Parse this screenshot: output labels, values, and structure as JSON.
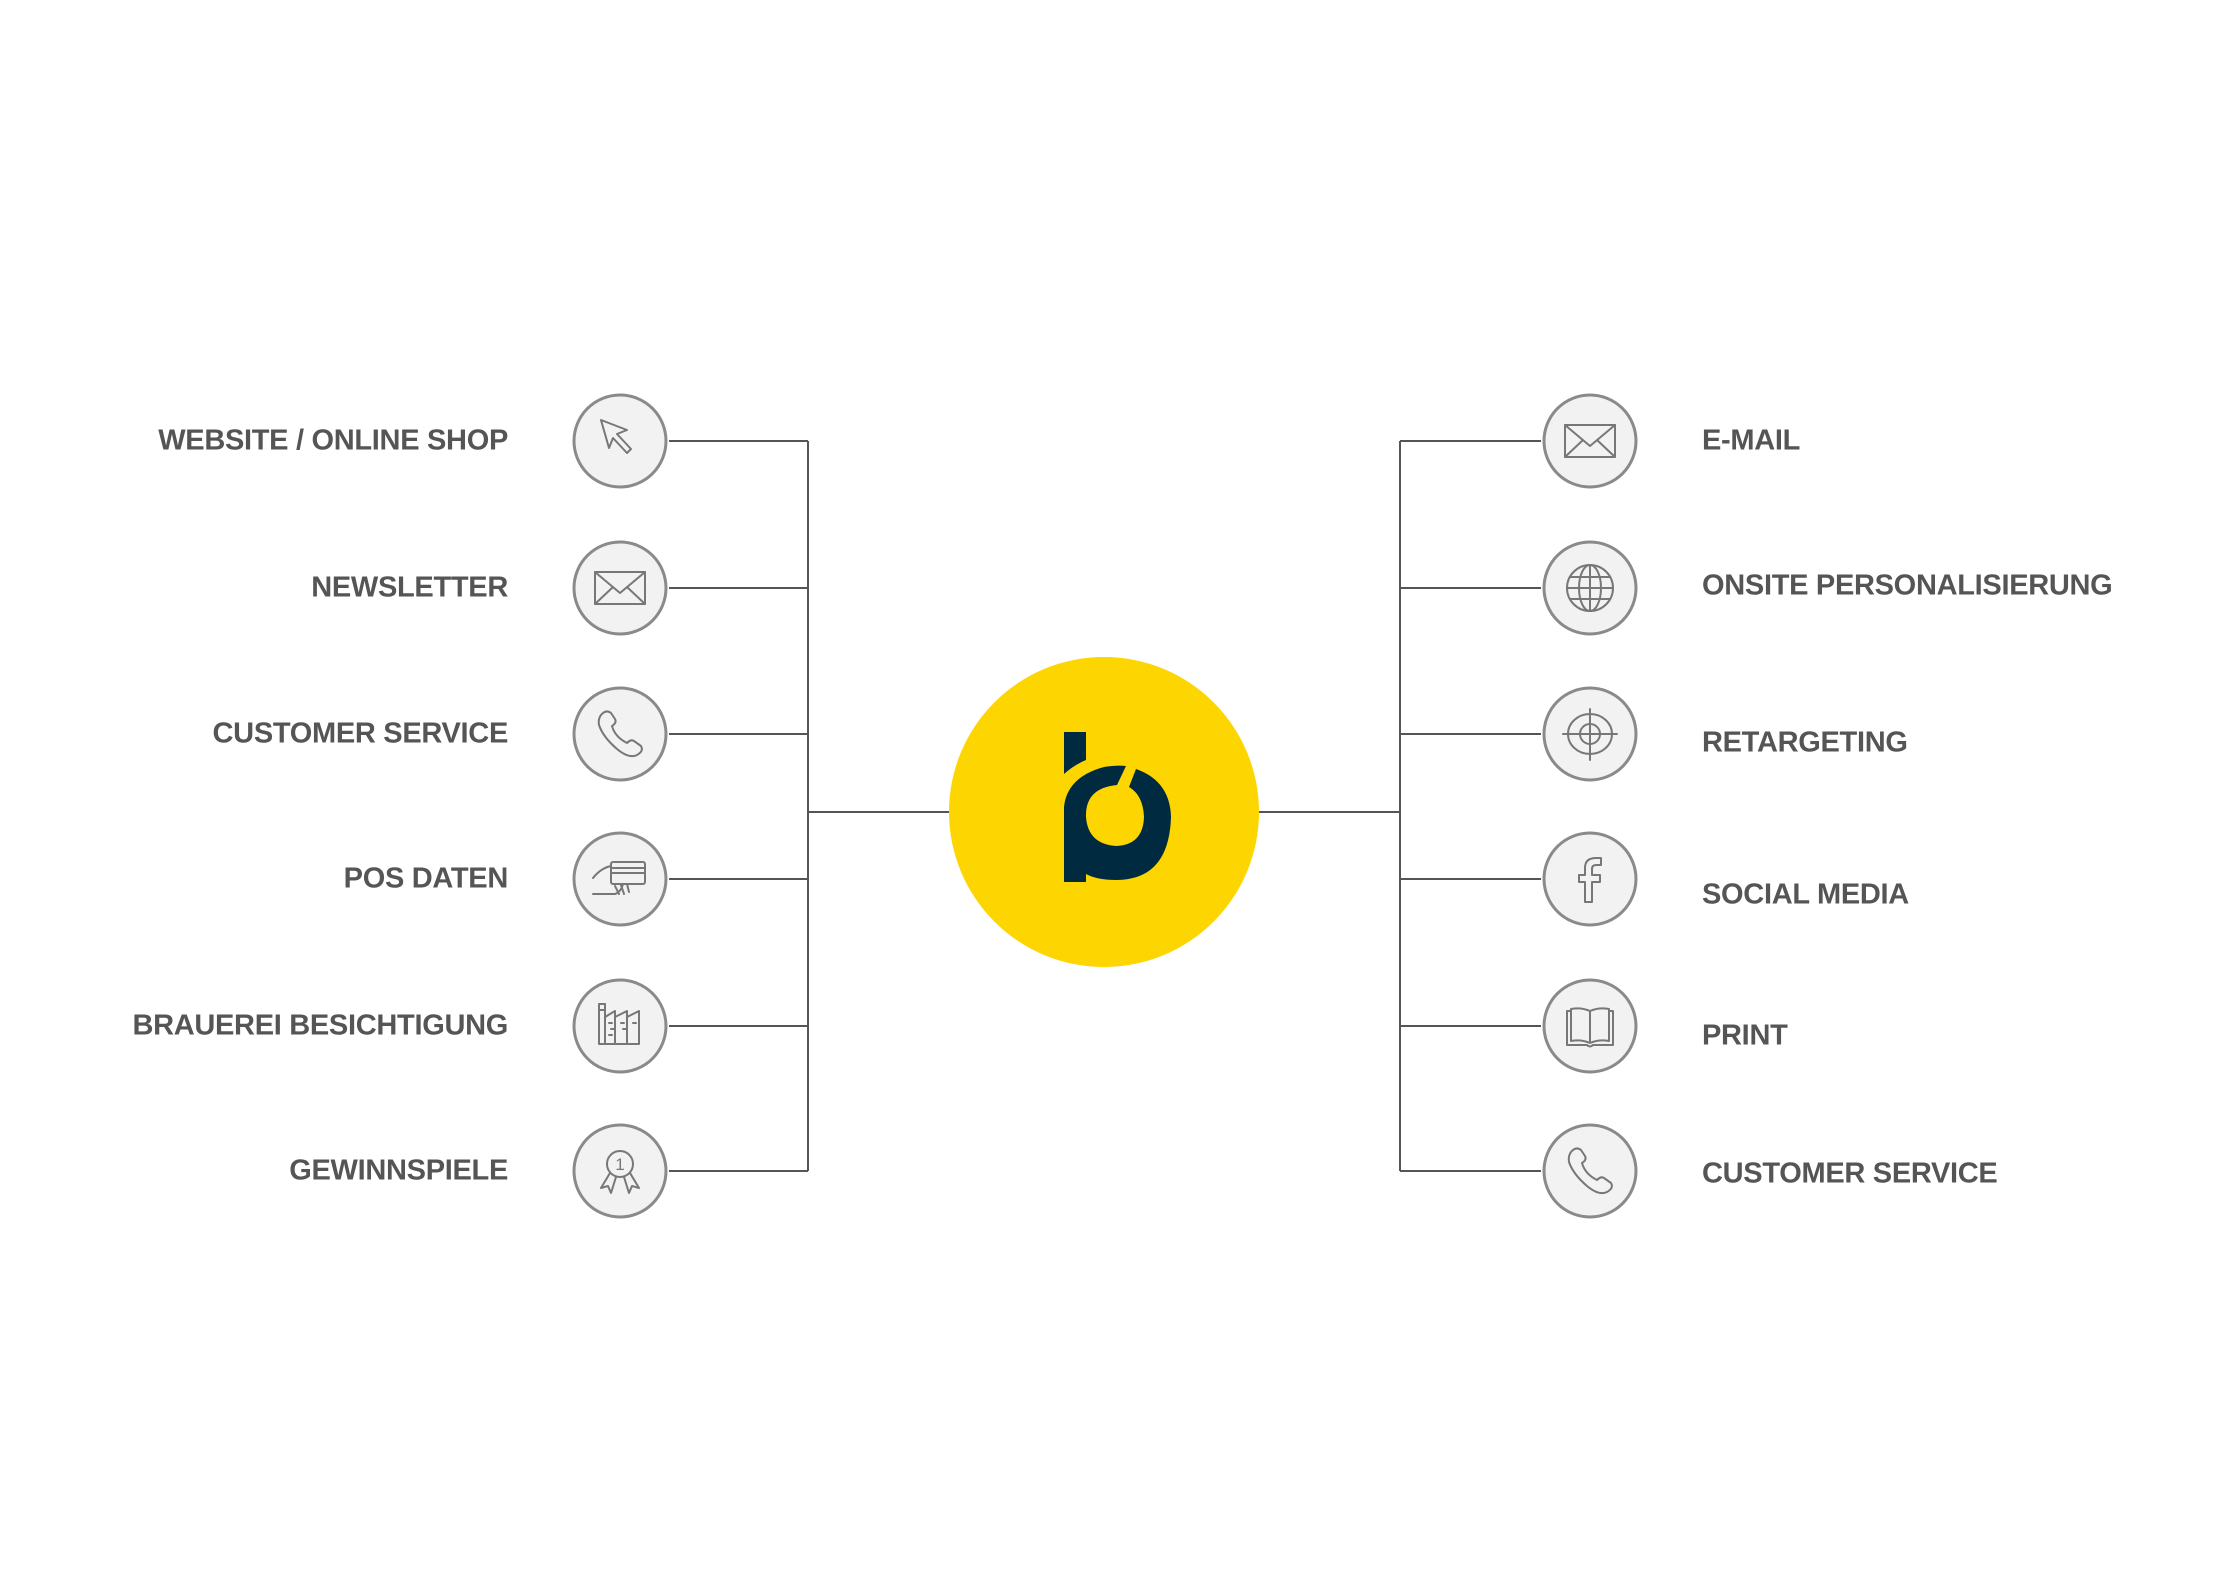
{
  "left_items": [
    {
      "label": "WEBSITE / ONLINE SHOP",
      "icon": "cursor-icon"
    },
    {
      "label": "NEWSLETTER",
      "icon": "envelope-icon"
    },
    {
      "label": "CUSTOMER SERVICE",
      "icon": "phone-icon"
    },
    {
      "label": "POS DATEN",
      "icon": "card-payment-icon"
    },
    {
      "label": "BRAUEREI BESICHTIGUNG",
      "icon": "factory-icon"
    },
    {
      "label": "GEWINNSPIELE",
      "icon": "award-ribbon-icon"
    }
  ],
  "right_items": [
    {
      "label": "E-MAIL",
      "icon": "envelope-icon"
    },
    {
      "label": "ONSITE PERSONALISIERUNG",
      "icon": "globe-icon"
    },
    {
      "label": "RETARGETING",
      "icon": "crosshair-target-icon"
    },
    {
      "label": "SOCIAL MEDIA",
      "icon": "facebook-icon"
    },
    {
      "label": "PRINT",
      "icon": "open-book-icon"
    },
    {
      "label": "CUSTOMER SERVICE",
      "icon": "phone-icon"
    }
  ],
  "award_number": "1",
  "colors": {
    "hub": "#FDD500",
    "logo": "#002A40",
    "label": "#555555",
    "line": "#555555",
    "icon_bg": "#F2F2F2",
    "icon_stroke": "#8A8A8A"
  }
}
